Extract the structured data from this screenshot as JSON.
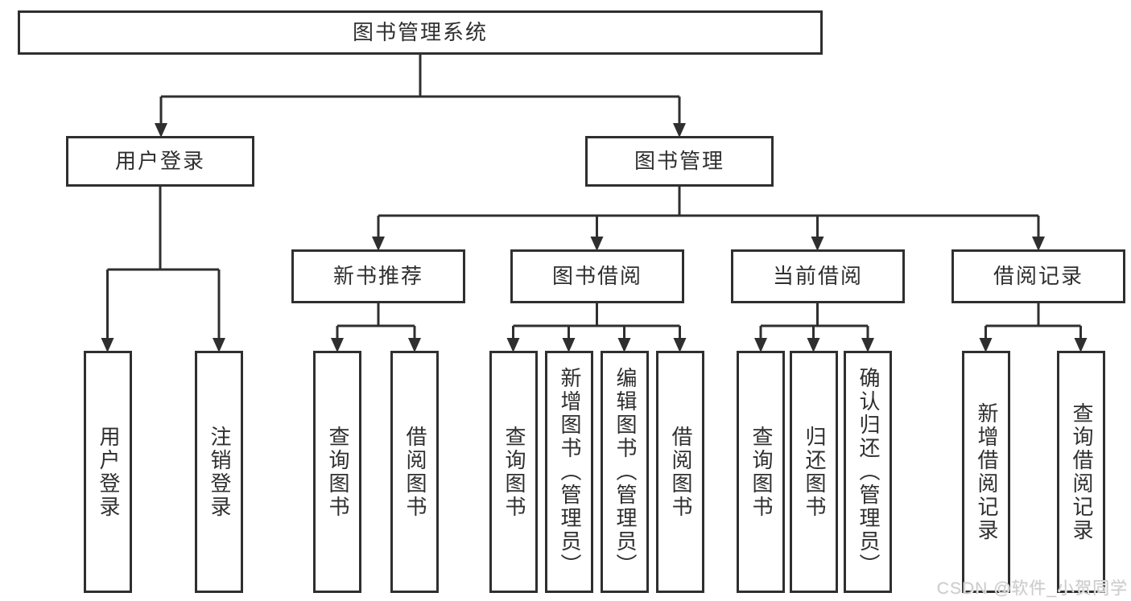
{
  "diagram": {
    "root": {
      "label": "图书管理系统"
    },
    "branches": [
      {
        "label": "用户登录",
        "children": [
          {
            "label": "用户登录"
          },
          {
            "label": "注销登录"
          }
        ]
      },
      {
        "label": "图书管理",
        "children": [
          {
            "label": "新书推荐",
            "children": [
              {
                "label": "查询图书"
              },
              {
                "label": "借阅图书"
              }
            ]
          },
          {
            "label": "图书借阅",
            "children": [
              {
                "label": "查询图书"
              },
              {
                "label": "新增图书（管理员）"
              },
              {
                "label": "编辑图书（管理员）"
              },
              {
                "label": "借阅图书"
              }
            ]
          },
          {
            "label": "当前借阅",
            "children": [
              {
                "label": "查询图书"
              },
              {
                "label": "归还图书"
              },
              {
                "label": "确认归还（管理员）"
              }
            ]
          },
          {
            "label": "借阅记录",
            "children": [
              {
                "label": "新增借阅记录"
              },
              {
                "label": "查询借阅记录"
              }
            ]
          }
        ]
      }
    ]
  },
  "watermark": {
    "label": "CSDN @软件_小贺同学"
  },
  "colors": {
    "line": "#2f2f2f",
    "text": "#2f2f2f",
    "background": "#ffffff",
    "watermark": "#cccccc"
  }
}
